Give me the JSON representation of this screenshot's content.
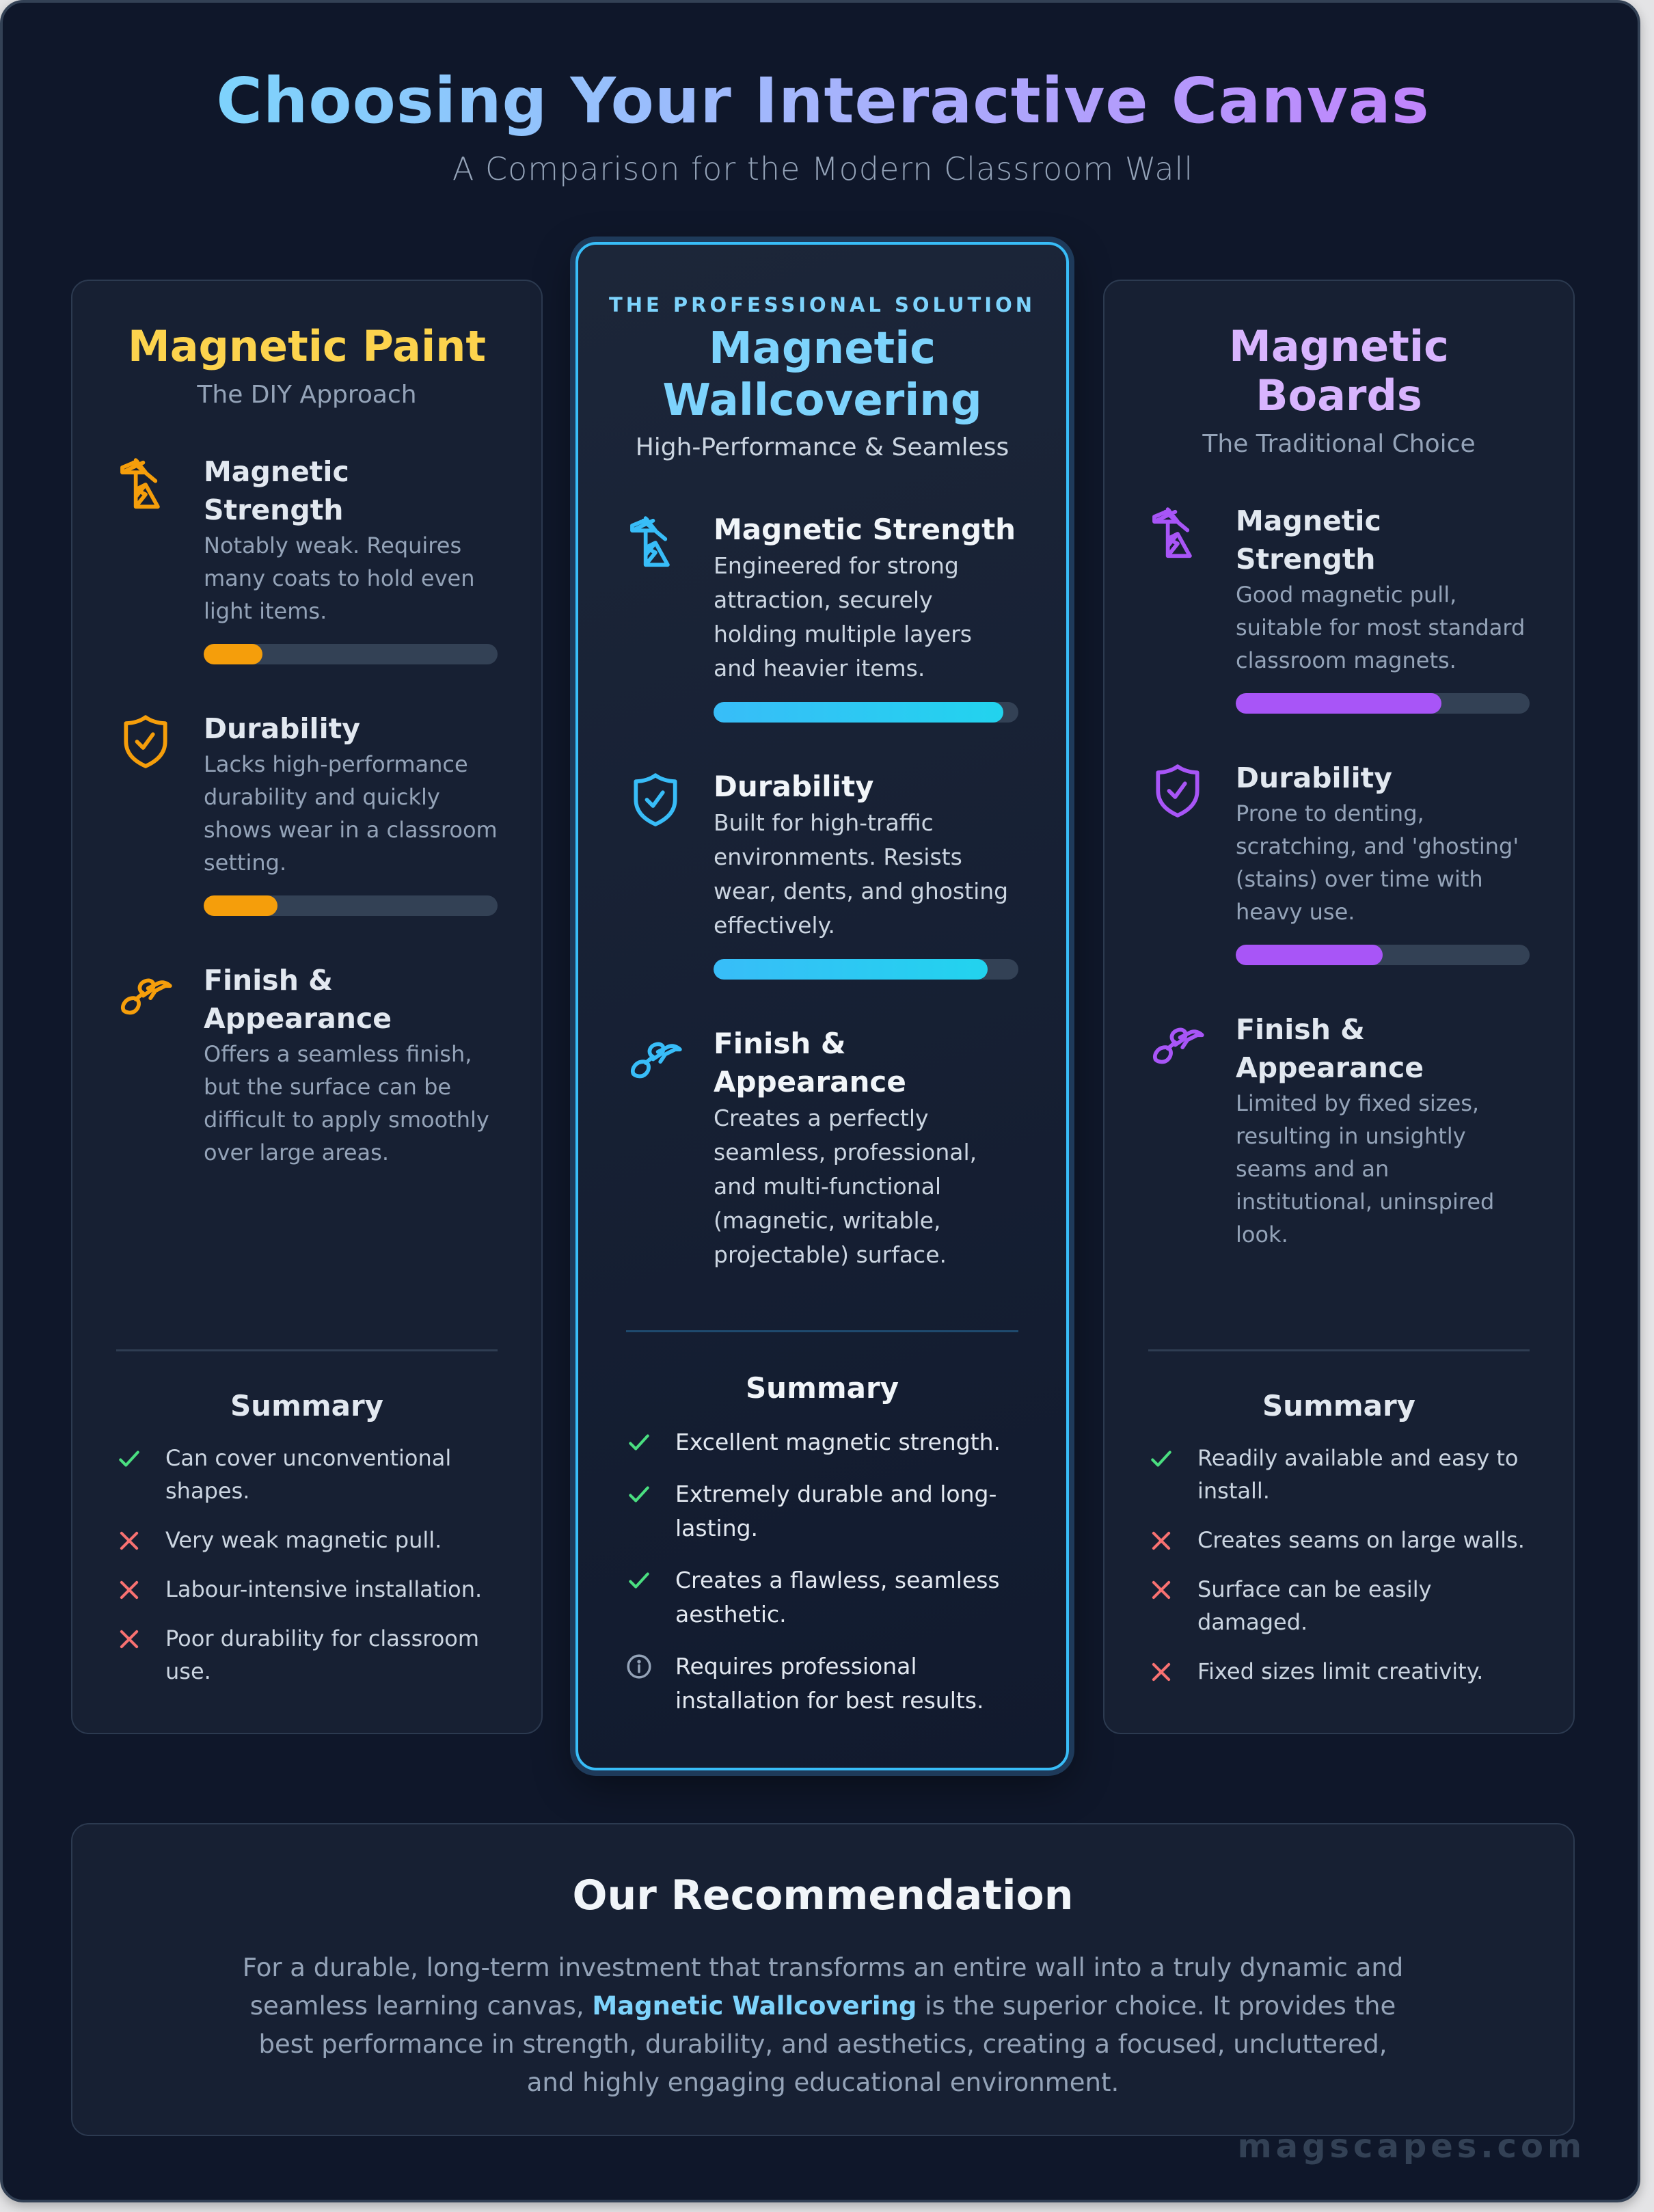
{
  "header": {
    "title": "Choosing Your Interactive Canvas",
    "subtitle": "A Comparison for the Modern Classroom Wall"
  },
  "colors": {
    "background": "#0f172a",
    "card": "#172033",
    "paint_accent": "#f59e0b",
    "paint_title": "#fcd34d",
    "wallcovering_accent": "#38bdf8",
    "wallcovering_title": "#7dd3fc",
    "boards_accent": "#a855f7",
    "boards_title": "#d8b4fe",
    "check": "#4ade80",
    "cross": "#f87171",
    "info": "#94a3b8"
  },
  "cards": [
    {
      "tag": "",
      "title": "Magnetic Paint",
      "subtitle": "The DIY Approach",
      "features": [
        {
          "icon": "crane-icon",
          "title": "Magnetic Strength",
          "desc": "Notably weak. Requires many coats to hold even light items.",
          "rating": 20
        },
        {
          "icon": "shield-check-icon",
          "title": "Durability",
          "desc": "Lacks high-performance durability and quickly shows wear in a classroom setting.",
          "rating": 25
        },
        {
          "icon": "paintbrush-icon",
          "title": "Finish & Appearance",
          "desc": "Offers a seamless finish, but the surface can be difficult to apply smoothly over large areas.",
          "rating": null
        }
      ],
      "summary_title": "Summary",
      "summary": [
        {
          "type": "pro",
          "text": "Can cover unconventional shapes."
        },
        {
          "type": "con",
          "text": "Very weak magnetic pull."
        },
        {
          "type": "con",
          "text": "Labour-intensive installation."
        },
        {
          "type": "con",
          "text": "Poor durability for classroom use."
        }
      ]
    },
    {
      "tag": "THE PROFESSIONAL SOLUTION",
      "title": "Magnetic Wallcovering",
      "subtitle": "High-Performance & Seamless",
      "features": [
        {
          "icon": "crane-icon",
          "title": "Magnetic Strength",
          "desc": "Engineered for strong attraction, securely holding multiple layers and heavier items.",
          "rating": 95
        },
        {
          "icon": "shield-check-icon",
          "title": "Durability",
          "desc": "Built for high-traffic environments. Resists wear, dents, and ghosting effectively.",
          "rating": 90
        },
        {
          "icon": "paintbrush-icon",
          "title": "Finish & Appearance",
          "desc": "Creates a perfectly seamless, professional, and multi-functional (magnetic, writable, projectable) surface.",
          "rating": null
        }
      ],
      "summary_title": "Summary",
      "summary": [
        {
          "type": "pro",
          "text": "Excellent magnetic strength."
        },
        {
          "type": "pro",
          "text": "Extremely durable and long-lasting."
        },
        {
          "type": "pro",
          "text": "Creates a flawless, seamless aesthetic."
        },
        {
          "type": "info",
          "text": "Requires professional installation for best results."
        }
      ]
    },
    {
      "tag": "",
      "title": "Magnetic Boards",
      "subtitle": "The Traditional Choice",
      "features": [
        {
          "icon": "crane-icon",
          "title": "Magnetic Strength",
          "desc": "Good magnetic pull, suitable for most standard classroom magnets.",
          "rating": 70
        },
        {
          "icon": "shield-check-icon",
          "title": "Durability",
          "desc": "Prone to denting, scratching, and 'ghosting' (stains) over time with heavy use.",
          "rating": 50
        },
        {
          "icon": "paintbrush-icon",
          "title": "Finish & Appearance",
          "desc": "Limited by fixed sizes, resulting in unsightly seams and an institutional, uninspired look.",
          "rating": null
        }
      ],
      "summary_title": "Summary",
      "summary": [
        {
          "type": "pro",
          "text": "Readily available and easy to install."
        },
        {
          "type": "con",
          "text": "Creates seams on large walls."
        },
        {
          "type": "con",
          "text": "Surface can be easily damaged."
        },
        {
          "type": "con",
          "text": "Fixed sizes limit creativity."
        }
      ]
    }
  ],
  "recommendation": {
    "title": "Our Recommendation",
    "text_before": "For a durable, long-term investment that transforms an entire wall into a truly dynamic and seamless learning canvas, ",
    "highlight": "Magnetic Wallcovering",
    "text_after": " is the superior choice. It provides the best performance in strength, durability, and aesthetics, creating a focused, uncluttered, and highly engaging educational environment."
  },
  "watermark": "magscapes.com"
}
